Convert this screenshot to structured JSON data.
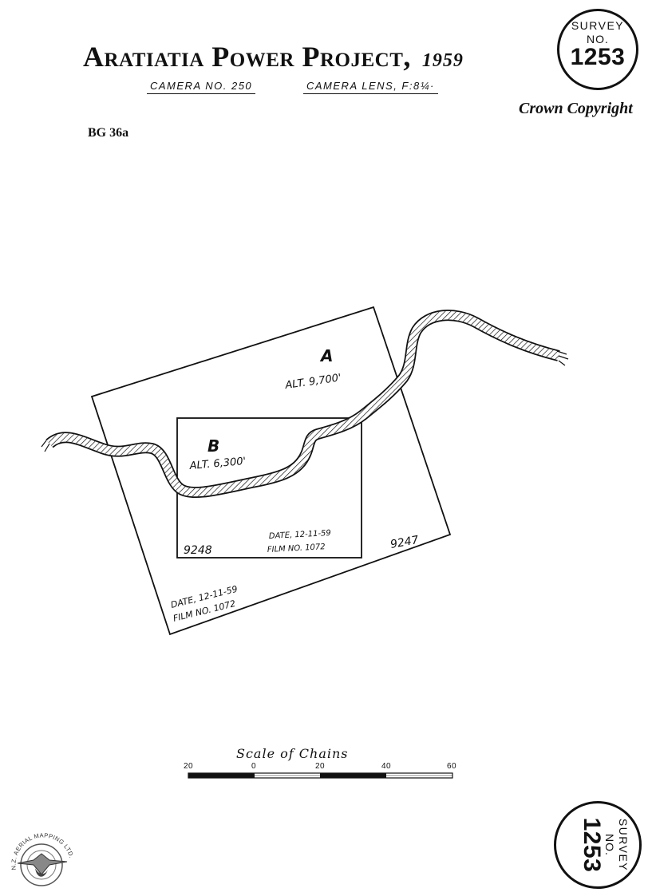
{
  "header": {
    "title": "Aratiatia Power Project,",
    "year": "1959",
    "camera_no": "CAMERA NO. 250",
    "camera_lens": "CAMERA LENS, F:8¼·",
    "copyright": "Crown Copyright",
    "ref_code": "BG 36a"
  },
  "survey_stamp": {
    "word": "SURVEY",
    "no": "NO.",
    "number": "1253"
  },
  "map": {
    "frame_a": {
      "letter": "A",
      "altitude": "ALT. 9,700'",
      "photo_no": "9247",
      "date": "DATE, 12-11-59",
      "film": "FILM NO. 1072"
    },
    "frame_b": {
      "letter": "B",
      "altitude": "ALT. 6,300'",
      "photo_no": "9248",
      "date": "DATE, 12-11-59",
      "film": "FILM NO. 1072"
    }
  },
  "scale": {
    "title": "Scale of Chains",
    "ticks": [
      "20",
      "0",
      "20",
      "40",
      "60"
    ]
  },
  "logo": {
    "text": "N.Z. AERIAL MAPPING LTD."
  },
  "colors": {
    "ink": "#111111",
    "paper": "#ffffff"
  }
}
